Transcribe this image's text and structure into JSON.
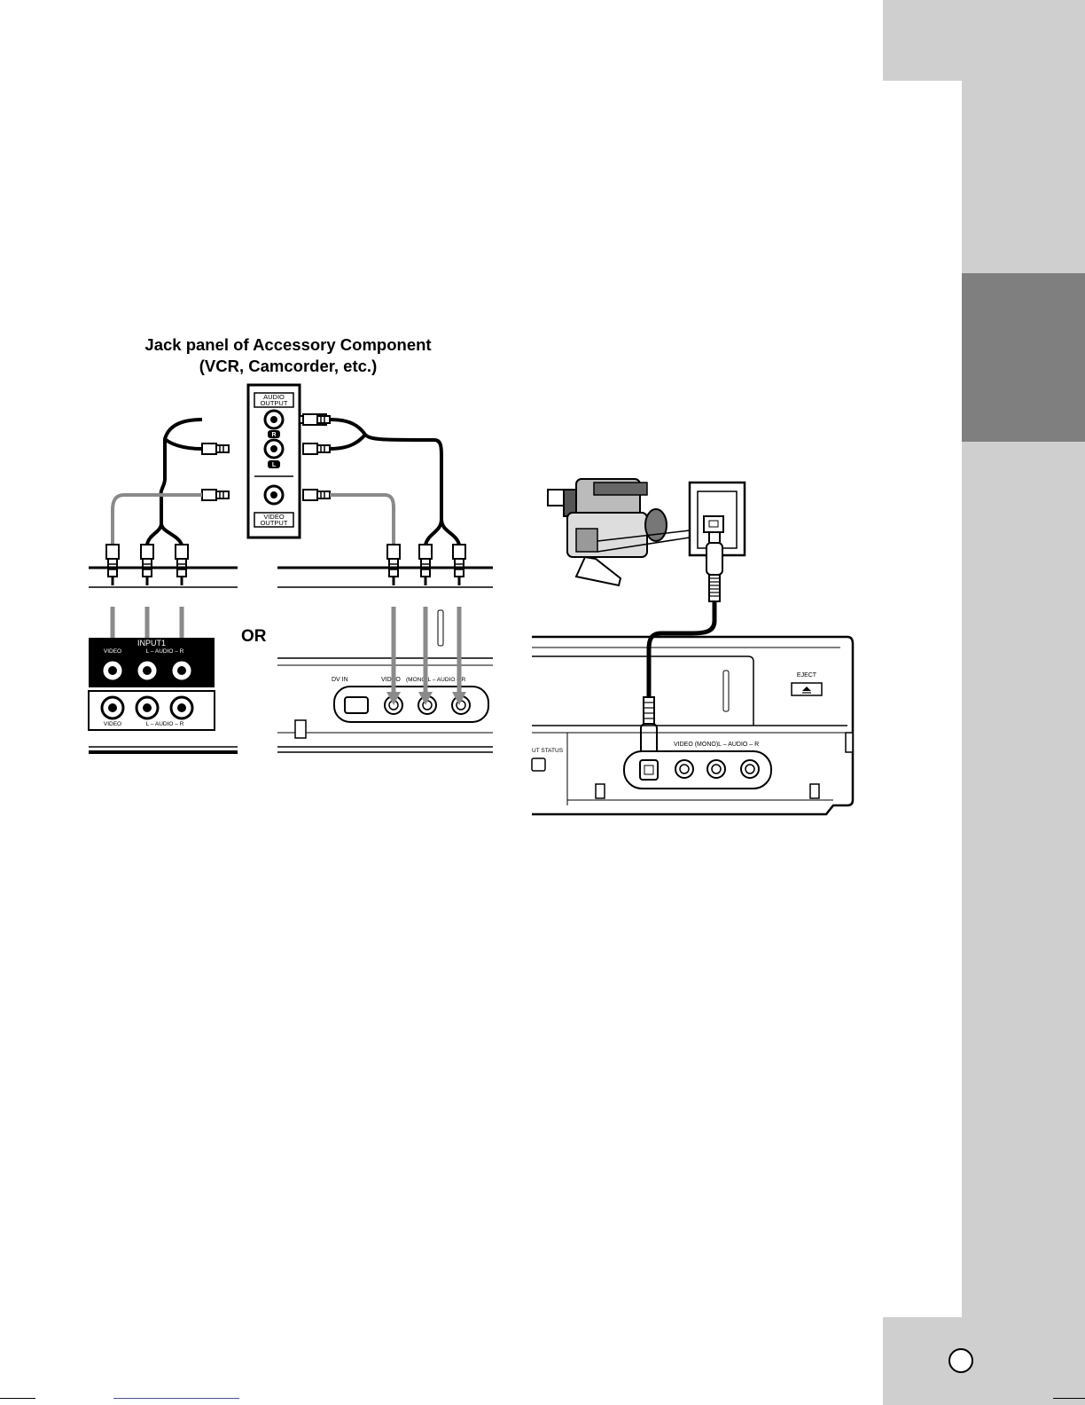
{
  "diagram_left": {
    "title_line1": "Jack panel of Accessory Component",
    "title_line2": "(VCR, Camcorder, etc.)",
    "accessory_labels": {
      "audio_output": [
        "AUDIO",
        "OUTPUT"
      ],
      "video_output": [
        "VIDEO",
        "OUTPUT"
      ],
      "channel_r": "R",
      "channel_l": "L"
    },
    "rear_panel": {
      "input_label": "INPUT1",
      "top_row": [
        "VIDEO",
        "L – AUDIO – R"
      ],
      "bottom_row": [
        "VIDEO",
        "L – AUDIO – R"
      ]
    },
    "or_label": "OR",
    "front_panel": {
      "labels": [
        "DV IN",
        "VIDEO",
        "(MONO)L – AUDIO – R"
      ]
    }
  },
  "diagram_right": {
    "eject_label": "EJECT",
    "status_label": "UT  STATUS",
    "front_labels": "VIDEO  (MONO)L – AUDIO – R"
  },
  "colors": {
    "tab_light": "#cfcfcf",
    "tab_dark": "#7f7f7f",
    "cable_gray": "#8a8a8a"
  }
}
